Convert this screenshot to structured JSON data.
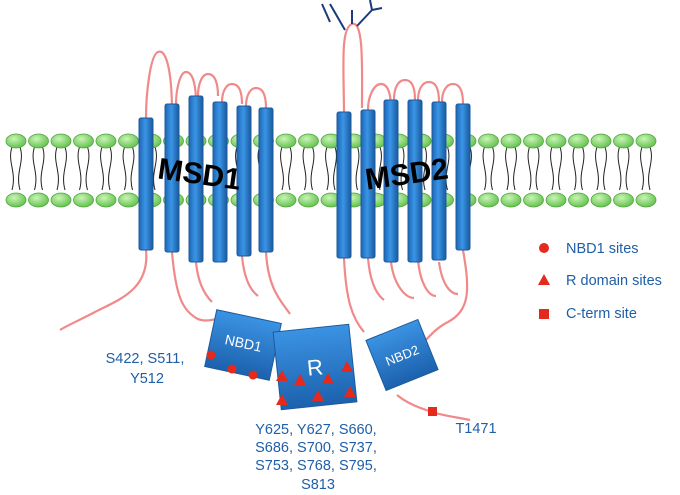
{
  "domains": {
    "msd1": "MSD1",
    "msd2": "MSD2",
    "nbd1": "NBD1",
    "r": "R",
    "nbd2": "NBD2"
  },
  "sites": {
    "nbd1": [
      "S422, S511,",
      "Y512"
    ],
    "r_domain": [
      "Y625, Y627, S660,",
      "S686, S700, S737,",
      "S753, S768, S795,",
      "S813"
    ],
    "c_term": "T1471"
  },
  "legend": [
    {
      "marker": "circle",
      "label": "NBD1 sites"
    },
    {
      "marker": "triangle",
      "label": "R domain sites"
    },
    {
      "marker": "square",
      "label": "C-term site"
    }
  ],
  "colors": {
    "helix": "#2a7fd4",
    "helix_edge": "#1b5a9c",
    "loop": "#f08a8a",
    "site_marker": "#e32a1c",
    "lipid_head": "#7fd16a",
    "label_text": "#1f5ea8"
  }
}
